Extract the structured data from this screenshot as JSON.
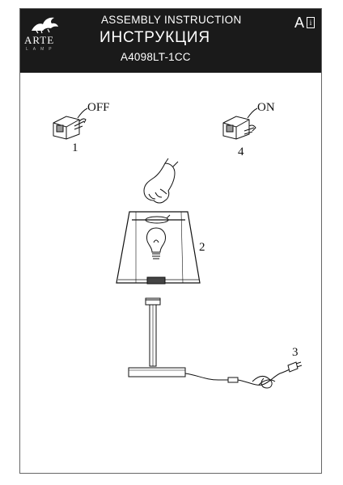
{
  "header": {
    "title_en": "ASSEMBLY INSTRUCTION",
    "title_ru": "ИНСТРУКЦИЯ",
    "model": "A4098LT-1CC",
    "logo_text": "ARTE",
    "logo_sub": "LAMP",
    "badge_letter": "A",
    "badge_icon_letter": "i"
  },
  "switch_off": {
    "label": "OFF",
    "step": "1"
  },
  "switch_on": {
    "label": "ON",
    "step": "4"
  },
  "steps": {
    "shade": "2",
    "plug": "3"
  },
  "colors": {
    "header_bg": "#1a1a1a",
    "line": "#111111"
  }
}
